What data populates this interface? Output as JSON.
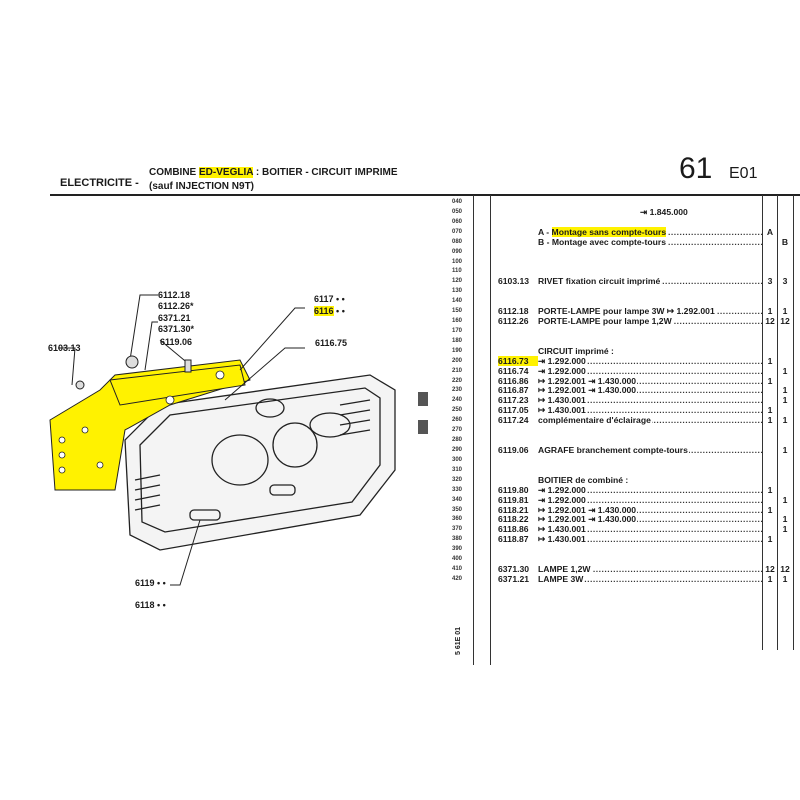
{
  "header": {
    "section": "ELECTRICITE -",
    "title_prefix": "COMBINE",
    "title_highlight": "ED-VEGLIA",
    "title_suffix": ": BOITIER - CIRCUIT IMPRIME",
    "subtitle": "(sauf INJECTION N9T)",
    "page_number": "61",
    "page_sub": "E01"
  },
  "line_numbers": [
    "040",
    "050",
    "060",
    "070",
    "080",
    "090",
    "100",
    "110",
    "120",
    "130",
    "140",
    "150",
    "160",
    "170",
    "180",
    "190",
    "200",
    "210",
    "220",
    "230",
    "240",
    "250",
    "260",
    "270",
    "280",
    "290",
    "300",
    "310",
    "320",
    "330",
    "340",
    "350",
    "360",
    "370",
    "380",
    "390",
    "400",
    "410",
    "420"
  ],
  "vertical_code": "5 61E 01",
  "columns": {
    "a": "A",
    "b": "B"
  },
  "entries": [
    {
      "line": "050",
      "ref": "",
      "text": "⇥ 1.845.000",
      "a": "",
      "b": "",
      "indent": true
    },
    {
      "line": "070",
      "ref": "",
      "prefix": "A - ",
      "text": "Montage sans compte-tours",
      "a": "A",
      "b": "",
      "highlight": true,
      "lead": true,
      "indent": true
    },
    {
      "line": "080",
      "ref": "",
      "prefix": "B - ",
      "text": "Montage avec compte-tours",
      "a": "",
      "b": "B",
      "lead": true,
      "indent": true
    },
    {
      "line": "120",
      "ref": "6103.13",
      "text": "RIVET fixation circuit imprimé",
      "a": "3",
      "b": "3",
      "lead": true
    },
    {
      "line": "150",
      "ref": "6112.18",
      "text": "PORTE-LAMPE pour lampe 3W ↦ 1.292.001",
      "a": "1",
      "b": "1",
      "lead": true
    },
    {
      "line": "160",
      "ref": "6112.26",
      "text": "PORTE-LAMPE pour lampe 1,2W",
      "a": "12",
      "b": "12",
      "lead": true
    },
    {
      "line": "190",
      "ref": "",
      "text": "CIRCUIT imprimé :",
      "a": "",
      "b": "",
      "indent": true
    },
    {
      "line": "200",
      "ref": "6116.73",
      "text": "⇥ 1.292.000",
      "a": "1",
      "b": "",
      "lead": true,
      "ref_highlight": true
    },
    {
      "line": "210",
      "ref": "6116.74",
      "text": "⇥ 1.292.000",
      "a": "",
      "b": "1",
      "lead": true
    },
    {
      "line": "220",
      "ref": "6116.86",
      "text": "↦ 1.292.001 ⇥ 1.430.000",
      "a": "1",
      "b": "",
      "lead": true
    },
    {
      "line": "230",
      "ref": "6116.87",
      "text": "↦ 1.292.001 ⇥ 1.430.000",
      "a": "",
      "b": "1",
      "lead": true
    },
    {
      "line": "240",
      "ref": "6117.23",
      "text": "↦ 1.430.001",
      "a": "",
      "b": "1",
      "lead": true
    },
    {
      "line": "250",
      "ref": "6117.05",
      "text": "↦ 1.430.001",
      "a": "1",
      "b": "",
      "lead": true
    },
    {
      "line": "260",
      "ref": "6117.24",
      "text": "complémentaire d'éclairage",
      "a": "1",
      "b": "1",
      "lead": true
    },
    {
      "line": "290",
      "ref": "6119.06",
      "text": "AGRAFE branchement compte-tours",
      "a": "",
      "b": "1",
      "lead": true
    },
    {
      "line": "320",
      "ref": "",
      "text": "BOITIER de combiné :",
      "a": "",
      "b": "",
      "indent": true
    },
    {
      "line": "330",
      "ref": "6119.80",
      "text": "⇥ 1.292.000",
      "a": "1",
      "b": "",
      "lead": true
    },
    {
      "line": "340",
      "ref": "6119.81",
      "text": "⇥ 1.292.000",
      "a": "",
      "b": "1",
      "lead": true
    },
    {
      "line": "350",
      "ref": "6118.21",
      "text": "↦ 1.292.001 ⇥ 1.430.000",
      "a": "1",
      "b": "",
      "lead": true
    },
    {
      "line": "360",
      "ref": "6118.22",
      "text": "↦ 1.292.001 ⇥ 1.430.000",
      "a": "",
      "b": "1",
      "lead": true
    },
    {
      "line": "370",
      "ref": "6118.86",
      "text": "↦ 1.430.001",
      "a": "",
      "b": "1",
      "lead": true
    },
    {
      "line": "380",
      "ref": "6118.87",
      "text": "↦ 1.430.001",
      "a": "1",
      "b": "",
      "lead": true
    },
    {
      "line": "410",
      "ref": "6371.30",
      "text": "LAMPE 1,2W",
      "a": "12",
      "b": "12",
      "lead": true
    },
    {
      "line": "420",
      "ref": "6371.21",
      "text": "LAMPE 3W",
      "a": "1",
      "b": "1",
      "lead": true
    }
  ],
  "diagram": {
    "labels": {
      "l6112_18": "6112.18",
      "l6112_26": "6112.26*",
      "l6371_21": "6371.21",
      "l6371_30": "6371.30*",
      "l6119_06": "6119.06",
      "l6103_13": "6103.13",
      "l6117": "6117 • •",
      "l6116": "6116",
      "l6116_dots": "• •",
      "l6116_75": "6116.75",
      "l6119": "6119 • •",
      "l6118": "6118 • •"
    },
    "highlight_color": "#fff200"
  }
}
